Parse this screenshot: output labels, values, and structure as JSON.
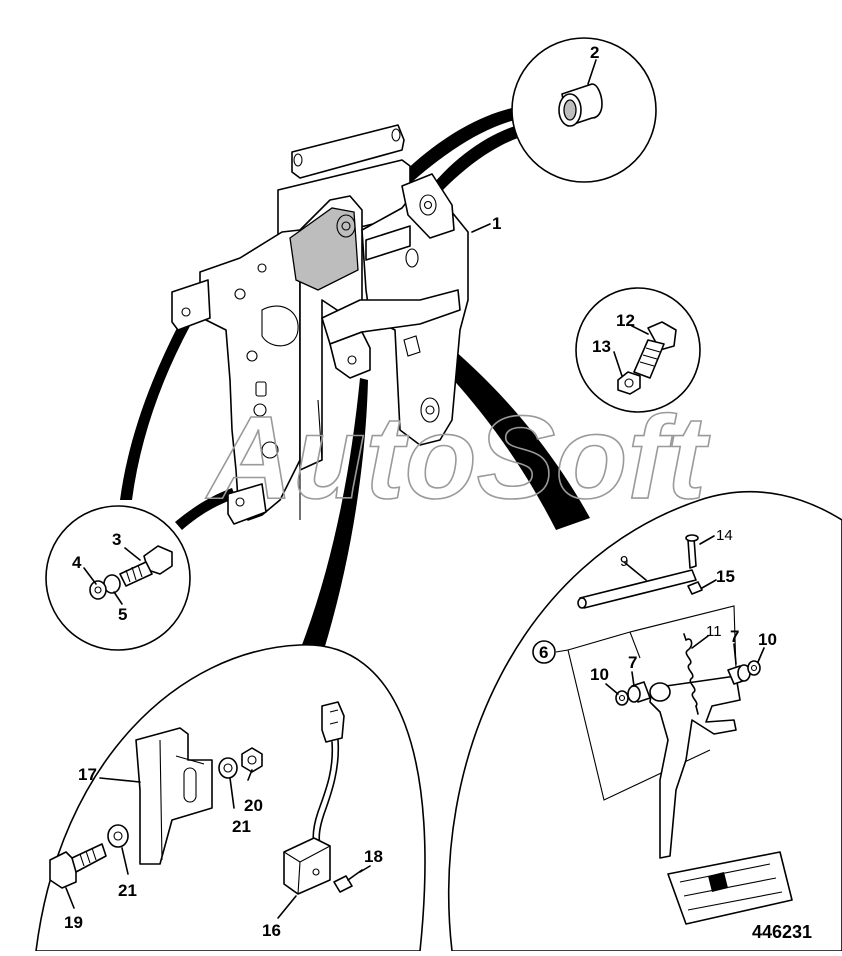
{
  "diagram": {
    "reference_number": "446231",
    "watermark": "AutoSoft",
    "callouts": {
      "c1": "1",
      "c2": "2",
      "c3": "3",
      "c4": "4",
      "c5": "5",
      "c6": "6",
      "c7a": "7",
      "c7b": "7",
      "c9": "9",
      "c10a": "10",
      "c10b": "10",
      "c11": "11",
      "c12": "12",
      "c13": "13",
      "c14": "14",
      "c15": "15",
      "c16": "16",
      "c17": "17",
      "c18": "18",
      "c19": "19",
      "c20": "20",
      "c21a": "21",
      "c21b": "21"
    }
  }
}
